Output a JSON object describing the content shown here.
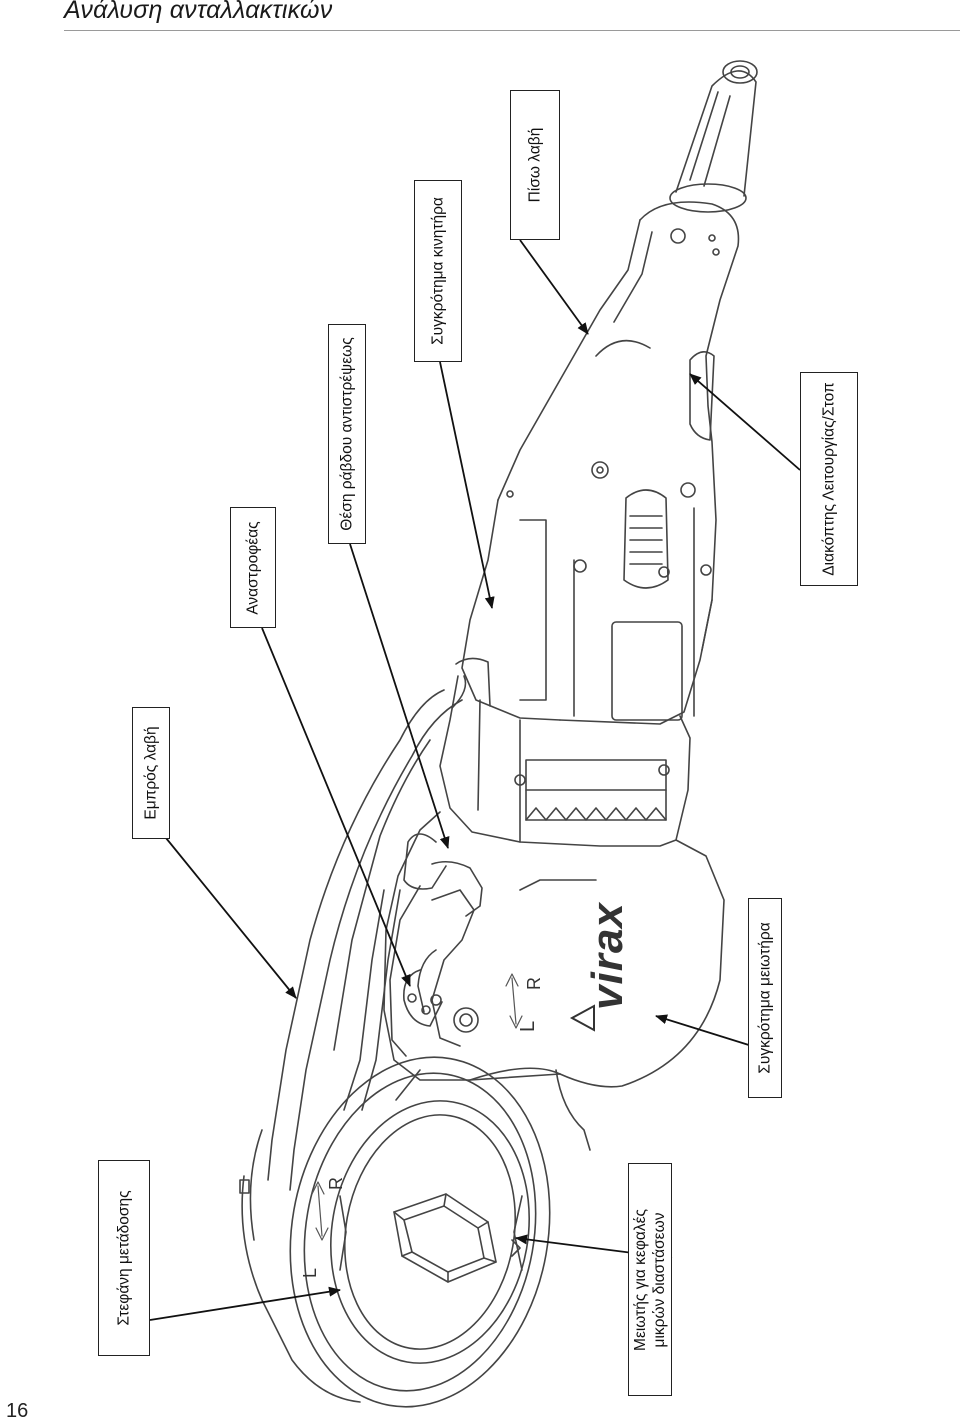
{
  "header": {
    "title": "Ανάλυση ανταλλακτικών"
  },
  "footer": {
    "page_number": "16"
  },
  "diagram": {
    "brand": "virax",
    "labels": {
      "transmission_crown": "Στεφάνη μετάδοσης",
      "front_handle": "Εμπρός λαβή",
      "reverser": "Αναστροφέας",
      "reverse_rod_position": "Θέση ράβδου αντιστρέψεως",
      "motor_assembly": "Συγκρότημα κινητήρα",
      "rear_handle": "Πίσω λαβή",
      "reducer_small_heads_line1": "Μειωτής για κεφαλές",
      "reducer_small_heads_line2": "μικρών διαστάσεων",
      "gearbox_assembly": "Συγκρότημα μειωτήρα",
      "on_off_switch": "Διακόπτης Λειτουργίας/Στοπ"
    },
    "markings": {
      "left": "L",
      "right": "R"
    }
  }
}
